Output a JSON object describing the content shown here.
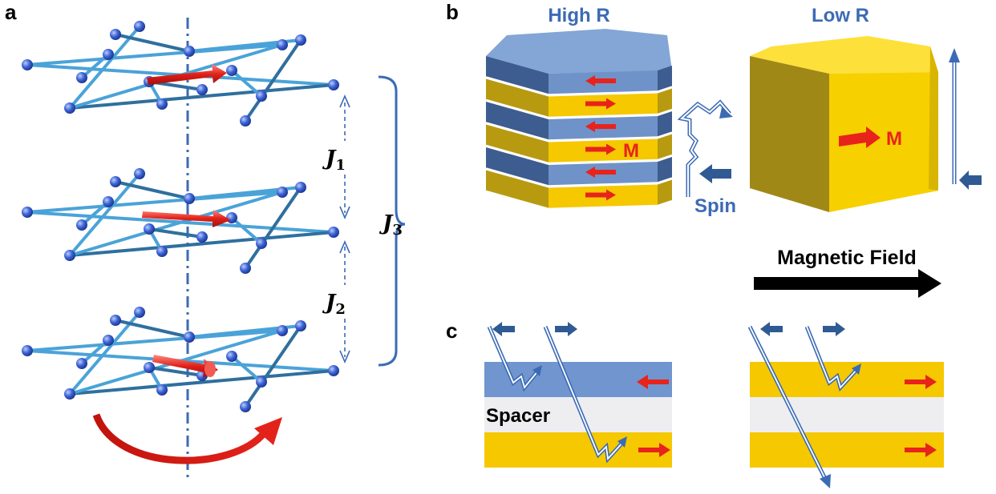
{
  "panels": {
    "a": {
      "letter": "a",
      "coupling_j1": {
        "symbol": "J",
        "sub": "1"
      },
      "coupling_j2": {
        "symbol": "J",
        "sub": "2"
      },
      "coupling_j3": {
        "symbol": "J",
        "sub": "3"
      }
    },
    "b": {
      "letter": "b",
      "high_r_title": "High R",
      "low_r_title": "Low R",
      "magnetization_label_left": "M",
      "magnetization_label_right": "M",
      "spin_label": "Spin",
      "field_label": "Magnetic Field"
    },
    "c": {
      "letter": "c",
      "spacer_label": "Spacer"
    }
  },
  "colors": {
    "lattice": "#4aa3d8",
    "lattice_dark": "#2f6f9e",
    "node": "#3d63d6",
    "magnet_arrow": "#e8231b",
    "blue_layer": "#6f92c8",
    "blue_layer_dark": "#3d5c8f",
    "yellow_layer": "#f5c800",
    "yellow_layer_dark": "#b89a10",
    "spin_arrow": "#3b6bb5",
    "spacer": "#eeeef0"
  }
}
